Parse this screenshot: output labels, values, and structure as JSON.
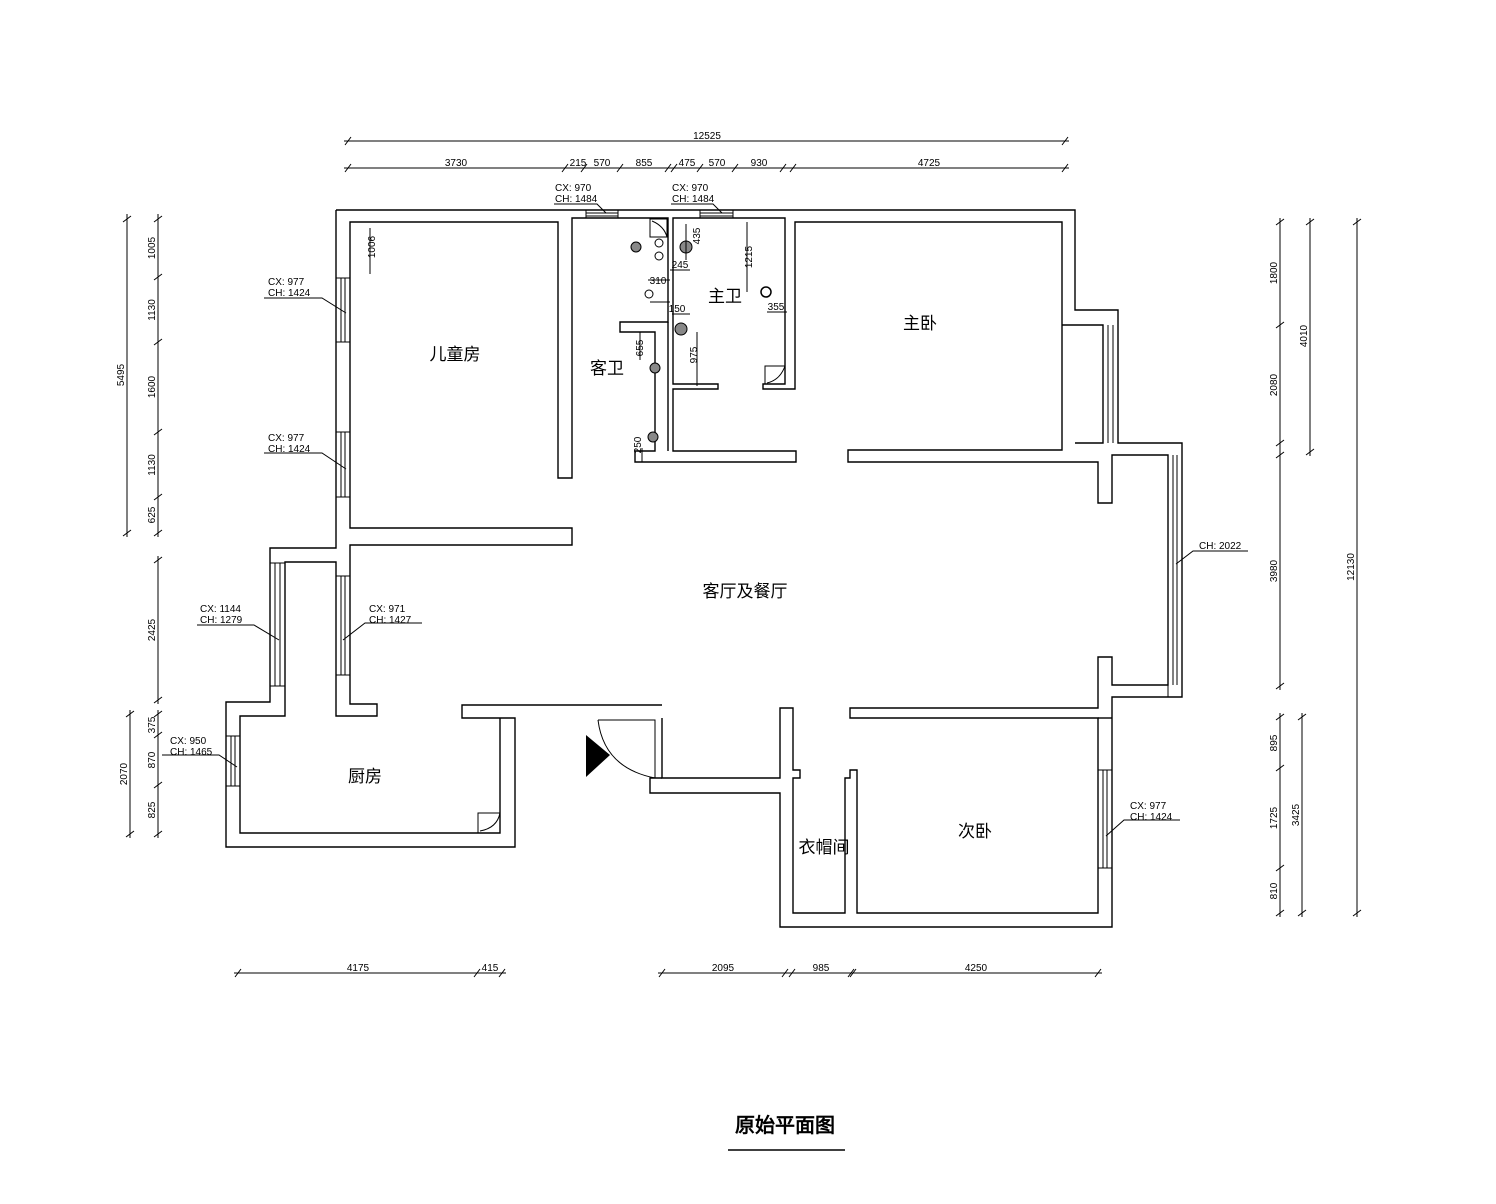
{
  "title": "原始平面图",
  "rooms": {
    "kids_room": "儿童房",
    "guest_bath": "客卫",
    "master_bath": "主卫",
    "master_bedroom": "主卧",
    "living_dining": "客厅及餐厅",
    "kitchen": "厨房",
    "cloakroom": "衣帽间",
    "second_bedroom": "次卧"
  },
  "windows": [
    {
      "cx": "CX: 970",
      "ch": "CH: 1484"
    },
    {
      "cx": "CX: 970",
      "ch": "CH: 1484"
    },
    {
      "cx": "CX: 977",
      "ch": "CH: 1424"
    },
    {
      "cx": "CX: 977",
      "ch": "CH: 1424"
    },
    {
      "cx": "CX: 1144",
      "ch": "CH: 1279"
    },
    {
      "cx": "CX: 971",
      "ch": "CH: 1427"
    },
    {
      "cx": "CX: 950",
      "ch": "CH: 1465"
    },
    {
      "cx": "CX: 977",
      "ch": "CH: 1424"
    },
    {
      "ch": "CH: 2022"
    }
  ],
  "dims": {
    "top_total": "12525",
    "top": [
      "3730",
      "215",
      "570",
      "855",
      "475",
      "570",
      "930",
      "4725"
    ],
    "left_total": "5495",
    "left": [
      "1005",
      "1130",
      "1600",
      "1130",
      "625"
    ],
    "left_mid": "2425",
    "left_bottom_total": "2070",
    "left_bottom": [
      "375",
      "870",
      "825"
    ],
    "right_top": [
      "1800",
      "2080"
    ],
    "right_top_total": "4010",
    "right_mid": "3980",
    "right_total": "12130",
    "right_bottom": [
      "895",
      "1725",
      "810"
    ],
    "right_bottom_total": "3425",
    "bottom": [
      "4175",
      "415",
      "2095",
      "985",
      "4250"
    ],
    "inner": [
      "1006",
      "435",
      "245",
      "310",
      "1215",
      "150",
      "355",
      "655",
      "975",
      "250"
    ]
  }
}
